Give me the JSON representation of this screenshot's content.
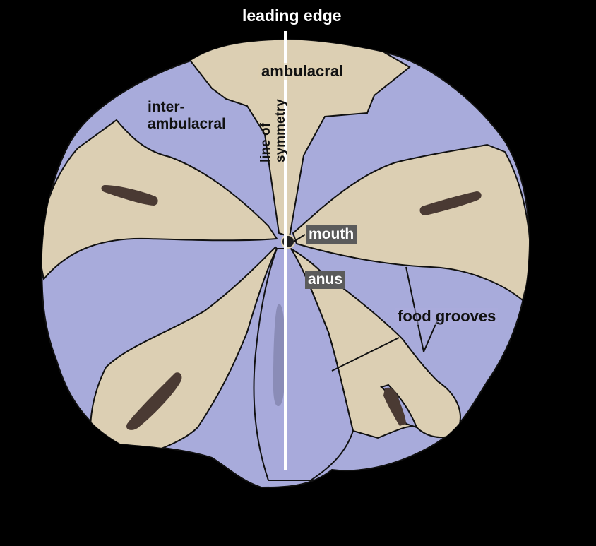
{
  "colors": {
    "background": "#000000",
    "ambulacral_fill": "#dccfb3",
    "interambulacral_fill": "#a8abdb",
    "outline": "#111111",
    "symmetry_line": "#ffffff",
    "slot_fill": "#4a3a33",
    "label_chip": "#5b5b5b"
  },
  "labels": {
    "leading_edge": "leading edge",
    "ambulacral": "ambulacral",
    "interambulacral_line1": "inter-",
    "interambulacral_line2": "ambulacral",
    "line_of_symmetry_line1": "line of",
    "line_of_symmetry_line2": "symmetry",
    "mouth": "mouth",
    "anus": "anus",
    "food_grooves": "food grooves"
  }
}
